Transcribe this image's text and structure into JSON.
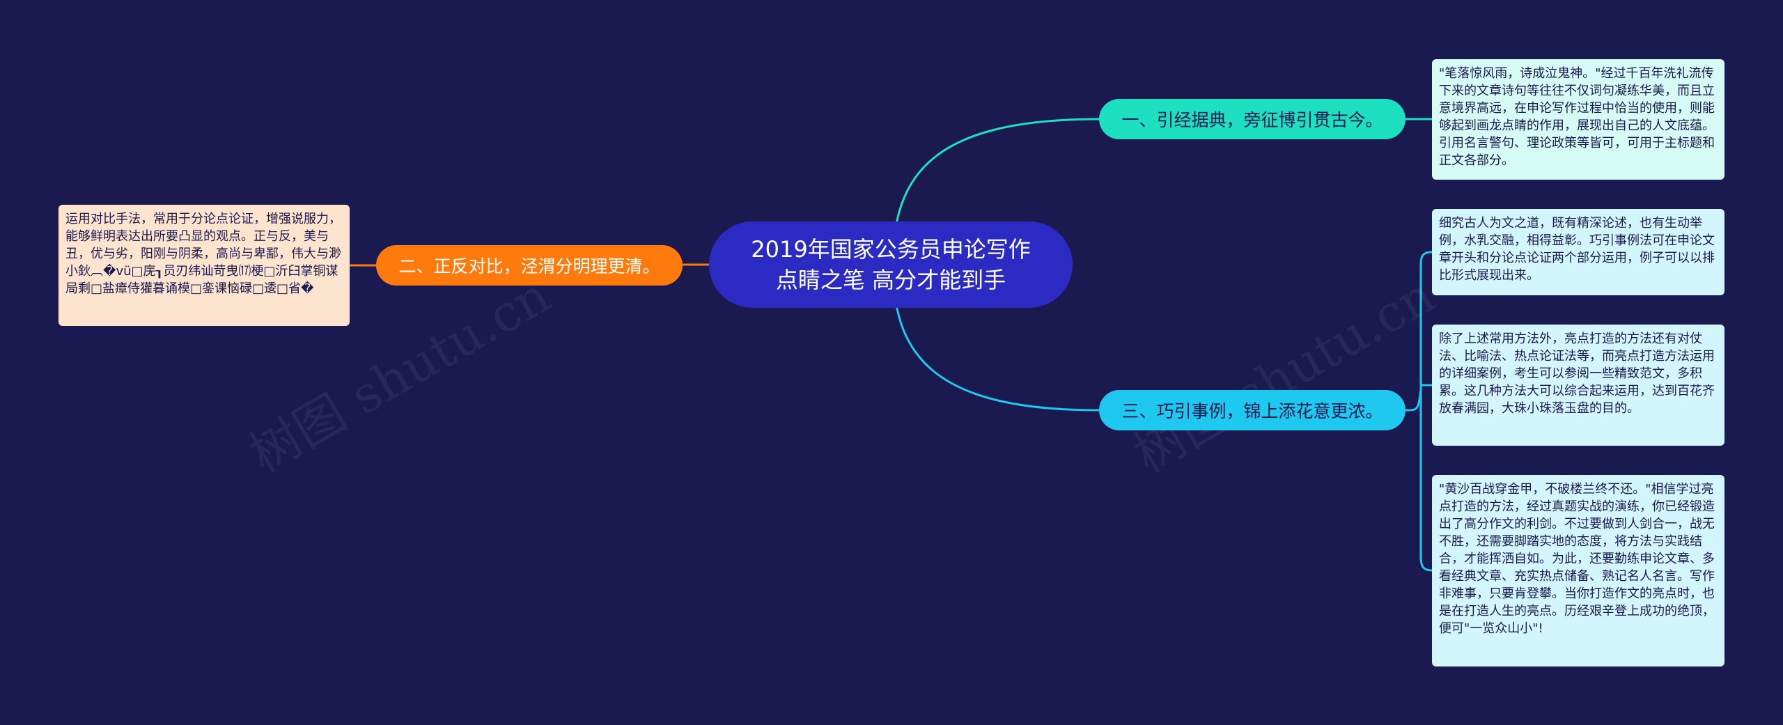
{
  "colors": {
    "background": "#1b1a50",
    "root": "#2b2bc4",
    "branch1": "#1de0c0",
    "branch2": "#ff7a0d",
    "branch3": "#1ec8ef"
  },
  "root": {
    "title": "2019年国家公务员申论写作点睛之笔 高分才能到手"
  },
  "branches": [
    {
      "label": "一、引经据典，旁征博引贯古今。",
      "leaves": [
        "\"笔落惊风雨，诗成泣鬼神。\"经过千百年洗礼流传下来的文章诗句等往往不仅词句凝练华美，而且立意境界高远，在申论写作过程中恰当的使用，则能够起到画龙点睛的作用，展现出自己的人文底蕴。引用名言警句、理论政策等皆可，可用于主标题和正文各部分。"
      ]
    },
    {
      "label": "二、正反对比，泾渭分明理更清。",
      "leaves": [
        "运用对比手法，常用于分论点论证，增强说服力，能够鲜明表达出所要凸显的观点。正与反，美与丑，优与劣，阳刚与阴柔，高尚与卑鄙，伟大与渺小鈥︹�vü□庑┒员刃纬讪苛曳⒄梗□沂臼掌铜谋局剩□盐瘴侍獾暮诵模□銮课恼碌□逶□省�"
      ]
    },
    {
      "label": "三、巧引事例，锦上添花意更浓。",
      "leaves": [
        "细究古人为文之道，既有精深论述，也有生动举例，水乳交融，相得益彰。巧引事例法可在申论文章开头和分论点论证两个部分运用，例子可以以排比形式展现出来。",
        "除了上述常用方法外，亮点打造的方法还有对仗法、比喻法、热点论证法等，而亮点打造方法运用的详细案例，考生可以参阅一些精致范文，多积累。这几种方法大可以综合起来运用，达到百花齐放春满园，大珠小珠落玉盘的目的。",
        "\"黄沙百战穿金甲，不破楼兰终不还。\"相信学过亮点打造的方法，经过真题实战的演练，你已经锻造出了高分作文的利剑。不过要做到人剑合一，战无不胜，还需要脚踏实地的态度，将方法与实践结合，才能挥洒自如。为此，还要勤练申论文章、多看经典文章、充实热点储备、熟记名人名言。写作非难事，只要肯登攀。当你打造作文的亮点时，也是在打造人生的亮点。历经艰辛登上成功的绝顶，便可\"一览众山小\"!"
      ]
    }
  ],
  "watermarks": [
    "树图 shutu.cn",
    "树图 shutu.cn"
  ]
}
